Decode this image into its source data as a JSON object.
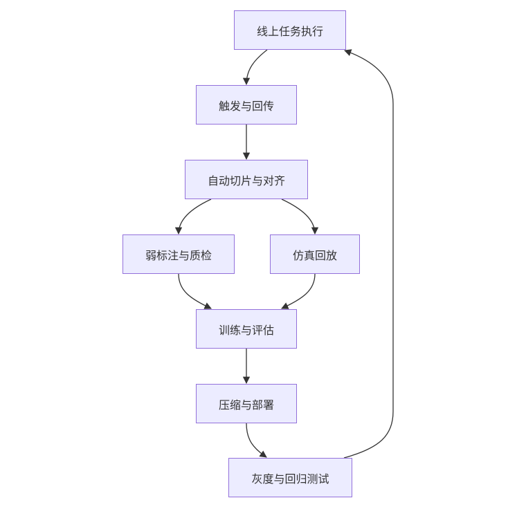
{
  "nodes": {
    "online_exec": "线上任务执行",
    "trigger_return": "触发与回传",
    "auto_slice_align": "自动切片与对齐",
    "weak_label_qc": "弱标注与质检",
    "sim_replay": "仿真回放",
    "train_eval": "训练与评估",
    "compress_deploy": "压缩与部署",
    "gray_regression": "灰度与回归测试"
  },
  "edges": [
    {
      "from": "online_exec",
      "to": "trigger_return"
    },
    {
      "from": "trigger_return",
      "to": "auto_slice_align"
    },
    {
      "from": "auto_slice_align",
      "to": "weak_label_qc"
    },
    {
      "from": "auto_slice_align",
      "to": "sim_replay"
    },
    {
      "from": "weak_label_qc",
      "to": "train_eval"
    },
    {
      "from": "sim_replay",
      "to": "train_eval"
    },
    {
      "from": "train_eval",
      "to": "compress_deploy"
    },
    {
      "from": "compress_deploy",
      "to": "gray_regression"
    },
    {
      "from": "gray_regression",
      "to": "online_exec"
    }
  ],
  "colors": {
    "node_fill": "#ECECFF",
    "node_border": "#9370DB",
    "edge": "#333333",
    "text": "#333333"
  }
}
